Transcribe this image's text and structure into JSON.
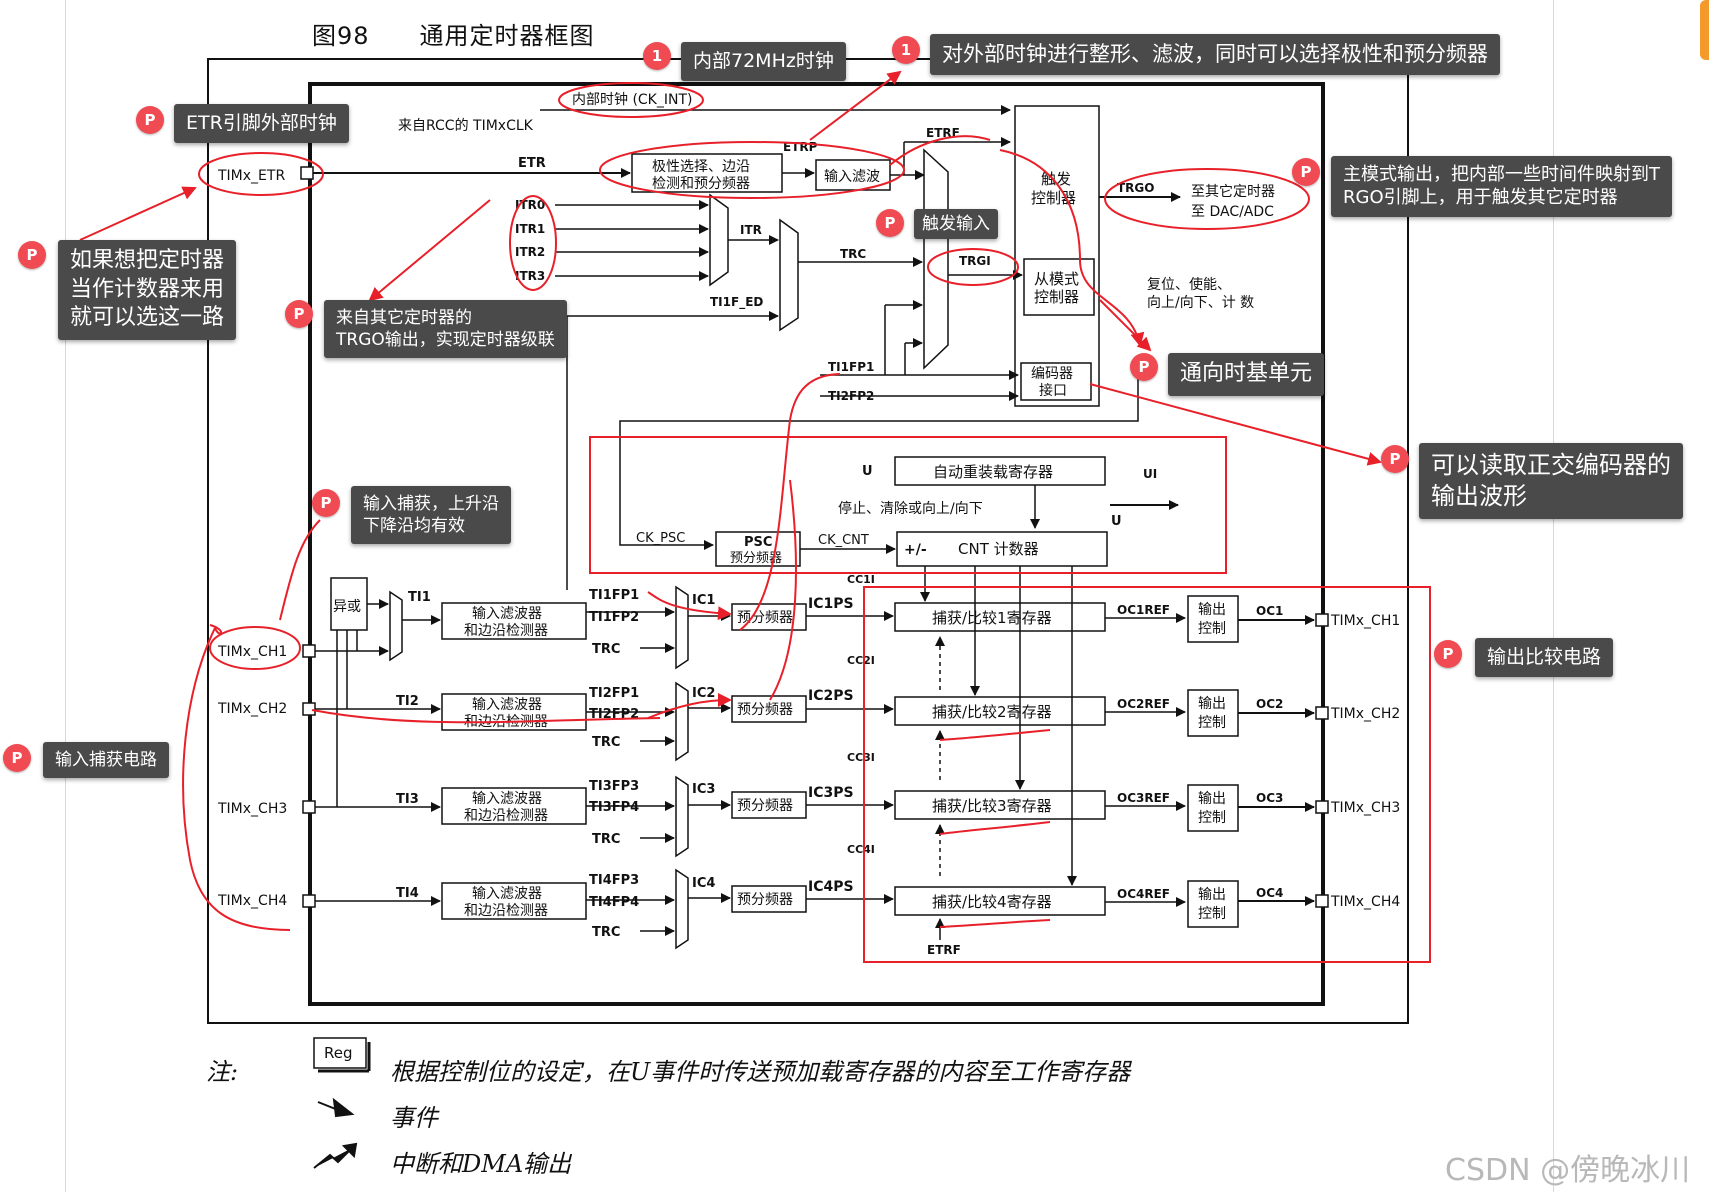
{
  "figure": {
    "title": "图98　　通用定时器框图",
    "legend_reg": "Reg",
    "note_label": "注:",
    "note_reg_text": "根据控制位的设定，在U事件时传送预加载寄存器的内容至工作寄存器",
    "note_event_text": "事件",
    "note_irq_text": "中断和DMA输出"
  },
  "blocks": {
    "ck_int": "内部时钟 (CK_INT)",
    "rcc_clk": "来自RCC的 TIMxCLK",
    "timx_etr": "TIMx_ETR",
    "etr": "ETR",
    "etrp": "ETRP",
    "etrf_top": "ETRF",
    "polarity_line1": "极性选择、边沿",
    "polarity_line2": "检测和预分频器",
    "input_filter": "输入滤波",
    "trigger_line1": "触发",
    "trigger_line2": "控制器",
    "trgo": "TRGO",
    "to_other_line1": "至其它定时器",
    "to_other_line2": "至 DAC/ADC",
    "itr0": "ITR0",
    "itr1": "ITR1",
    "itr2": "ITR2",
    "itr3": "ITR3",
    "itr": "ITR",
    "trc": "TRC",
    "ti1f_ed": "TI1F_ED",
    "trgi": "TRGI",
    "slave_line1": "从模式",
    "slave_line2": "控制器",
    "slave_out_line1": "复位、使能、",
    "slave_out_line2": "向上/向下、计 数",
    "encoder_line1": "编码器",
    "encoder_line2": "接口",
    "ti1fp1": "TI1FP1",
    "ti2fp2": "TI2FP2",
    "u": "U",
    "auto_reload": "自动重装载寄存器",
    "ui": "UI",
    "stop_clear": "停止、清除或向上/向下",
    "ck_psc": "CK_PSC",
    "psc_line1": "PSC",
    "psc_line2": "预分频器",
    "ck_cnt": "CK_CNT",
    "plus_minus": "+/-",
    "cnt": "CNT 计数器",
    "xor": "异或",
    "ti1": "TI1",
    "ti2": "TI2",
    "ti3": "TI3",
    "ti4": "TI4",
    "filter_line1": "输入滤波器",
    "filter_line2": "和边沿检测器",
    "ch1_a": "TI1FP1",
    "ch1_b": "TI1FP2",
    "ch2_a": "TI2FP1",
    "ch2_b": "TI2FP2",
    "ch3_a": "TI3FP3",
    "ch3_b": "TI3FP4",
    "ch4_a": "TI4FP3",
    "ch4_b": "TI4FP4",
    "ic1": "IC1",
    "ic2": "IC2",
    "ic3": "IC3",
    "ic4": "IC4",
    "prescaler": "预分频器",
    "ic1ps": "IC1PS",
    "ic2ps": "IC2PS",
    "ic3ps": "IC3PS",
    "ic4ps": "IC4PS",
    "cc1i": "CC1I",
    "cc2i": "CC2I",
    "cc3i": "CC3I",
    "cc4i": "CC4I",
    "cmp1": "捕获/比较1寄存器",
    "cmp2": "捕获/比较2寄存器",
    "cmp3": "捕获/比较3寄存器",
    "cmp4": "捕获/比较4寄存器",
    "oc1ref": "OC1REF",
    "oc2ref": "OC2REF",
    "oc3ref": "OC3REF",
    "oc4ref": "OC4REF",
    "out_ctrl_line1": "输出",
    "out_ctrl_line2": "控制",
    "oc1": "OC1",
    "oc2": "OC2",
    "oc3": "OC3",
    "oc4": "OC4",
    "timx_ch1": "TIMx_CH1",
    "timx_ch2": "TIMx_CH2",
    "timx_ch3": "TIMx_CH3",
    "timx_ch4": "TIMx_CH4",
    "etrf_bottom": "ETRF"
  },
  "annotations": {
    "pin_glyph": "P",
    "num_1": "1",
    "internal_72mhz": "内部72MHz时钟",
    "external_clock_note": "对外部时钟进行整形、滤波，同时可以选择极性和预分频器",
    "etr_pin": "ETR引脚外部时钟",
    "counter_use_line1": "如果想把定时器",
    "counter_use_line2": "当作计数器来用",
    "counter_use_line3": "就可以选这一路",
    "trgo_cascade_line1": "来自其它定时器的",
    "trgo_cascade_line2": "TRGO输出，实现定时器级联",
    "trigger_input": "触发输入",
    "master_mode_line1": "主模式输出，把内部一些时间件映射到T",
    "master_mode_line2": "RGO引脚上，用于触发其它定时器",
    "to_timebase": "通向时基单元",
    "encoder_note_line1": "可以读取正交编码器的",
    "encoder_note_line2": "输出波形",
    "capture_edge_line1": "输入捕获，上升沿",
    "capture_edge_line2": "下降沿均有效",
    "input_capture": "输入捕获电路",
    "output_compare": "输出比较电路"
  },
  "watermark": "CSDN @傍晚冰川",
  "colors": {
    "annotation_red": "#e8202a",
    "badge_bg": "#4a4a4a",
    "pin_red": "#f04a52",
    "ink": "#111111"
  }
}
